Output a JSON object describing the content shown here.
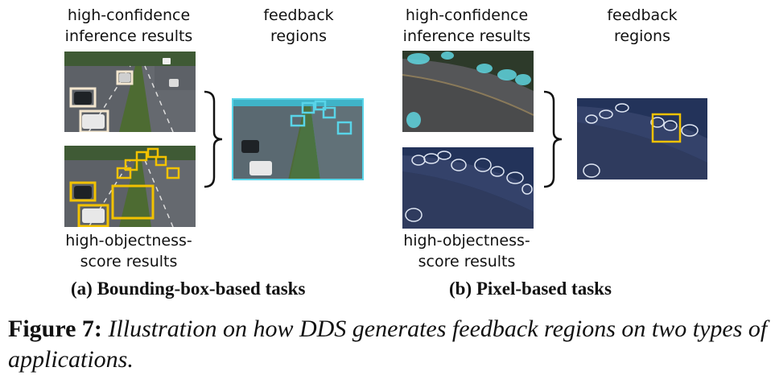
{
  "panel_a": {
    "top_label_line1": "high-confidence",
    "top_label_line2": "inference results",
    "feedback_label_line1": "feedback",
    "feedback_label_line2": "regions",
    "bottom_label_line1": "high-objectness-",
    "bottom_label_line2": "score results",
    "caption": "(a) Bounding-box-based tasks"
  },
  "panel_b": {
    "top_label_line1": "high-confidence",
    "top_label_line2": "inference results",
    "feedback_label_line1": "feedback",
    "feedback_label_line2": "regions",
    "bottom_label_line1": "high-objectness-",
    "bottom_label_line2": "score results",
    "caption": "(b) Pixel-based tasks"
  },
  "figure": {
    "label": "Figure 7:",
    "text": "Illustration on how DDS generates feedback regions on two types of applications."
  },
  "colors": {
    "inference_box": "#f3e6cf",
    "objectness_box": "#f2c200",
    "feedback_box": "#59d4e8",
    "caption_text": "#111111"
  }
}
